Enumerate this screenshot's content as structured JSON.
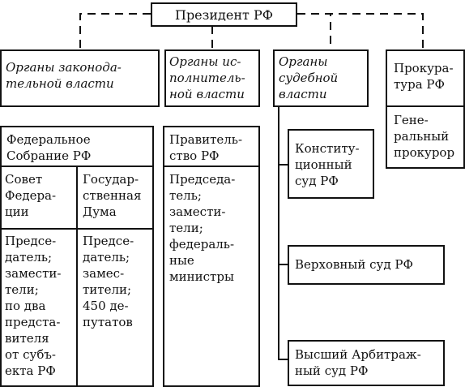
{
  "president": {
    "label": "Президент РФ"
  },
  "branches": {
    "legislative": {
      "title": "Органы законода-\nтельной власти",
      "body": "Федеральное\nСобрание РФ",
      "chambers": [
        {
          "name": "Совет\nФедера-\nции",
          "members": "Предсе-\nдатель;\nзамести-\nтели;\nпо два\nпредста-\nвителя\nот субъ-\nекта РФ"
        },
        {
          "name": "Государ-\nственная\nДума",
          "members": "Предсе-\nдатель;\nзамес-\nтители;\n450 де-\nпутатов"
        }
      ]
    },
    "executive": {
      "title": "Органы ис-\nполнитель-\nной власти",
      "body": "Правитель-\nство РФ",
      "members": "Председа-\nтель;\nзамести-\nтели;\nфедераль-\nные\nминистры"
    },
    "judicial": {
      "title": "Органы\nсудебной\nвласти",
      "courts": [
        "Конститу-\nционный\nсуд РФ",
        "Верховный суд РФ",
        "Высший Арбитраж-\nный суд РФ"
      ]
    },
    "prosecutor": {
      "title": "Прокура-\nтура РФ",
      "head": "Гене-\nральный\nпрокурор"
    }
  }
}
